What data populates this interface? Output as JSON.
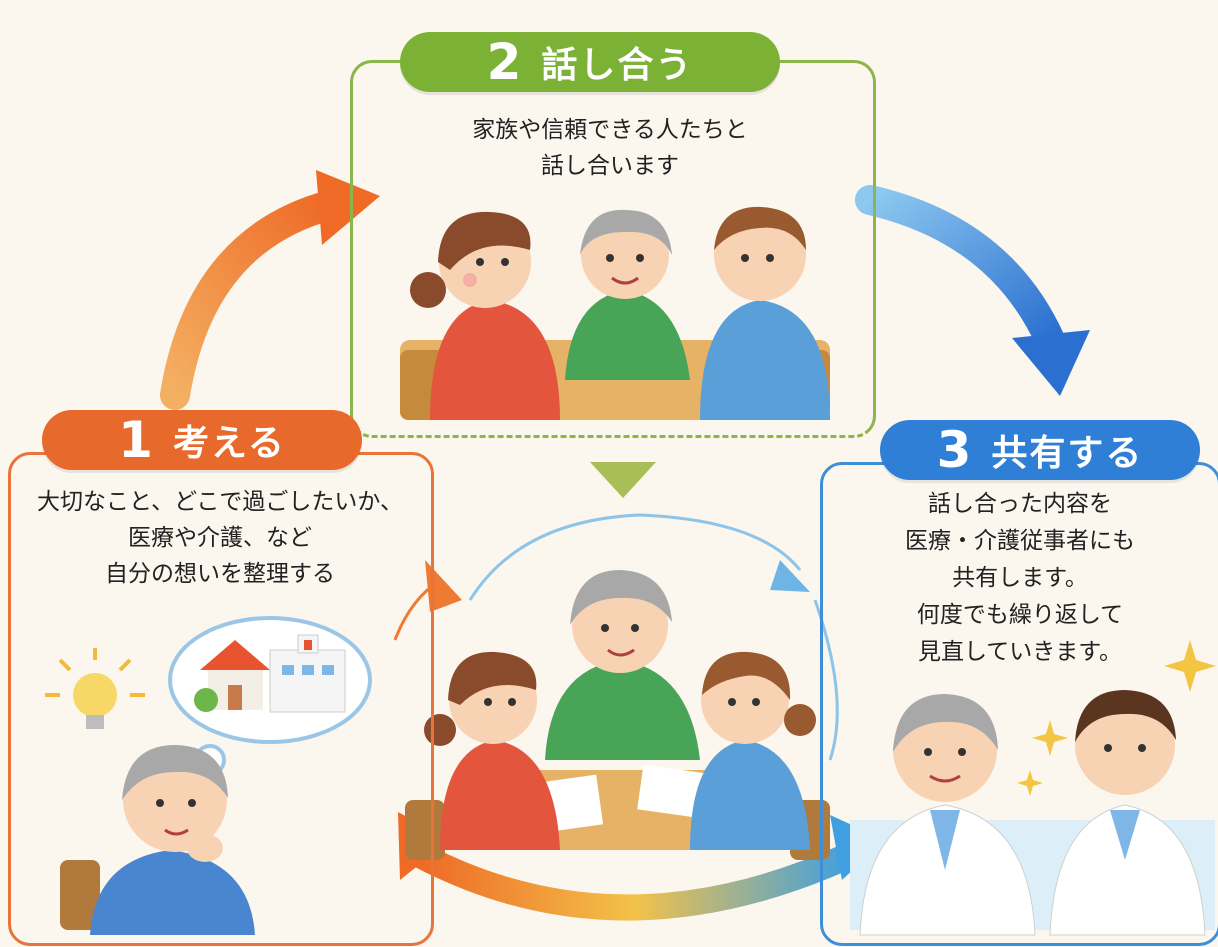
{
  "steps": [
    {
      "number": "1",
      "title": "考える",
      "description": "大切なこと、どこで過ごしたいか、\n医療や介護、など\n自分の想いを整理する",
      "color": "#e8692c"
    },
    {
      "number": "2",
      "title": "話し合う",
      "description": "家族や信頼できる人たちと\n話し合います",
      "color": "#7bb134"
    },
    {
      "number": "3",
      "title": "共有する",
      "description": "話し合った内容を\n医療・介護従事者にも\n共有します。\n何度でも繰り返して\n見直していきます。",
      "color": "#2f7fd6"
    }
  ]
}
